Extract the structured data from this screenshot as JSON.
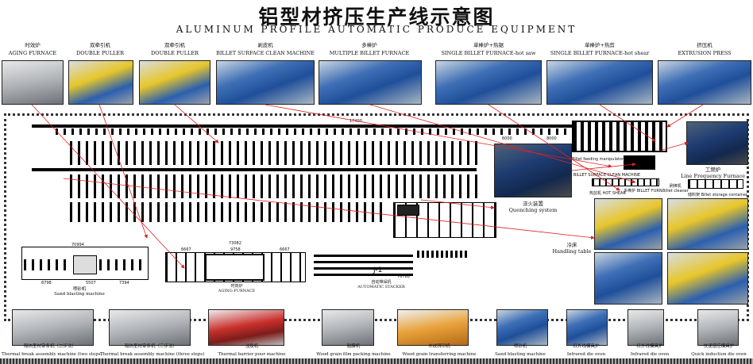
{
  "header": {
    "title": "铝型材挤压生产线示意图",
    "subtitle": "ALUMINUM PROFILE AUTOMATIC PRODUCE EQUIPMENT"
  },
  "top_equipment": [
    {
      "cn": "时效炉",
      "en": "AGING FURNACE"
    },
    {
      "cn": "双牵引机",
      "en": "DOUBLE PULLER"
    },
    {
      "cn": "双牵引机",
      "en": "DOUBLE PULLER"
    },
    {
      "cn": "剥皮机",
      "en": "BILLET SURFACE CLEAN MACHINE"
    },
    {
      "cn": "多棒炉",
      "en": "MULTIPLE BILLET FURNACE"
    },
    {
      "cn": "单棒炉+热锯",
      "en": "SINGLE BILLET FURNACE-hot saw"
    },
    {
      "cn": "单棒炉+热剪",
      "en": "SINGLE BILLET FURNACE-hot shear"
    },
    {
      "cn": "挤压机",
      "en": "EXTRUSION PRESS"
    }
  ],
  "layout": {
    "quenching": {
      "cn": "淬火装置",
      "en": "Quenching system"
    },
    "handling": {
      "cn": "冷床",
      "en": "Handling table"
    },
    "line_freq": {
      "cn": "工频炉",
      "en": "Line Frequency Furnace"
    },
    "billet_cleaner": {
      "cn": "刷棒机",
      "en": "Billet cleaner"
    },
    "billet_storage": "储料架 Billet storage container",
    "multi_billet": "多棒炉 BILLET FURNACE",
    "hot_shear": {
      "cn": "热剪机",
      "en": "HOT SHEAR"
    },
    "feeding": "Billet feeding manipulator",
    "surface_clean": "BILLET SURFACE CLEAN MACHINE",
    "sand": {
      "cn": "喷砂机",
      "en": "Sand blasting machine"
    },
    "aging": {
      "cn": "时效炉",
      "en": "AGING FURNACE"
    },
    "stacker": {
      "cn": "自动堆垛机",
      "en": "AUTOMATIC STACKER"
    },
    "j1": "J-1",
    "dims": {
      "sand_total": "70994",
      "sand_a": "8798",
      "sand_b": "5507",
      "sand_c": "7394",
      "aging_total": "73082",
      "aging_a": "6667",
      "aging_b": "9758",
      "aging_c": "6667",
      "stacker": "76788",
      "table_a": "6000",
      "table_b": "8000",
      "press": "17400"
    }
  },
  "bottom_equipment": [
    {
      "cn": "隔热型材穿条机（二步法）",
      "en": "Thermal break assembly machine (two steps)"
    },
    {
      "cn": "隔热型材穿条机（三步法）",
      "en": "Thermal break assembly machine (three steps)"
    },
    {
      "cn": "注胶机",
      "en": "Thermal barrier pour machine"
    },
    {
      "cn": "贴膜机",
      "en": "Wood grain film packing machine"
    },
    {
      "cn": "木纹转印机",
      "en": "Wood grain transferring machine"
    },
    {
      "cn": "喷砂机",
      "en": "Sand blasting machine"
    },
    {
      "cn": "红外线模具炉",
      "en": "Infrared  die oven"
    },
    {
      "cn": "红外线模具炉",
      "en": "Infrared  die oven"
    },
    {
      "cn": "快速感应模具炉",
      "en": "Quick induction die oven"
    }
  ],
  "colors": {
    "arrow": "#e02020",
    "machine_blue": "#1f4f9a",
    "machine_yellow": "#e7c62b"
  }
}
